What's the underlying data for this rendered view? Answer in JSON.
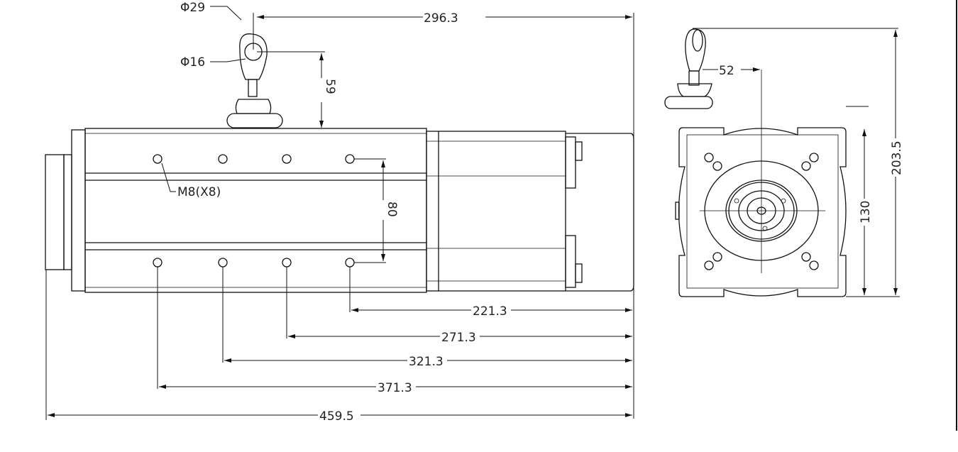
{
  "drawing": {
    "side_view": {
      "dimensions": {
        "eye_outer_diameter": "Φ29",
        "eye_inner_diameter": "Φ16",
        "overall_to_eye": "296.3",
        "eye_height": "59",
        "hole_spacing_vertical": "80",
        "hole_callout": "M8(X8)",
        "hole_1": "221.3",
        "hole_2": "271.3",
        "hole_3": "321.3",
        "hole_4": "371.3",
        "overall_length": "459.5"
      }
    },
    "end_view": {
      "dimensions": {
        "eye_offset": "52",
        "body_height": "130",
        "overall_height": "203.5"
      }
    }
  }
}
